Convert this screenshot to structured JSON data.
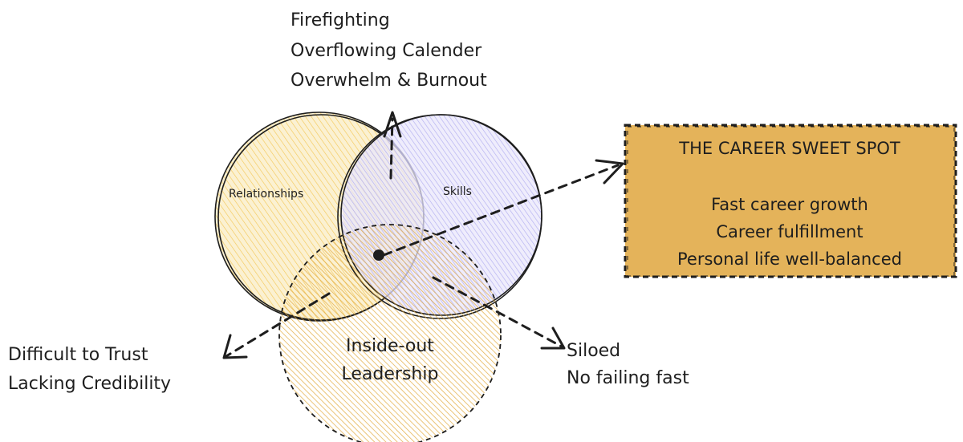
{
  "top_note": {
    "lines": [
      "Firefighting",
      "Overflowing Calender",
      "Overwhelm & Burnout"
    ]
  },
  "circles": {
    "relationships": {
      "label": "Relationships",
      "color": "#f5c542"
    },
    "skills": {
      "label": "Skills",
      "color": "#8a86e6"
    },
    "leadership": {
      "label_lines": [
        "Inside-out",
        "Leadership"
      ],
      "color": "#e0a52b"
    }
  },
  "sweet_spot": {
    "title": "THE CAREER SWEET SPOT",
    "lines": [
      "Fast career growth",
      "Career fulfillment",
      "Personal life well-balanced"
    ],
    "fill": "#e4b35a"
  },
  "left_note": {
    "lines": [
      "Difficult to Trust",
      "Lacking Credibility"
    ]
  },
  "right_note": {
    "lines": [
      "Siloed",
      "No failing fast"
    ]
  },
  "stroke_color": "#1e1e1e"
}
